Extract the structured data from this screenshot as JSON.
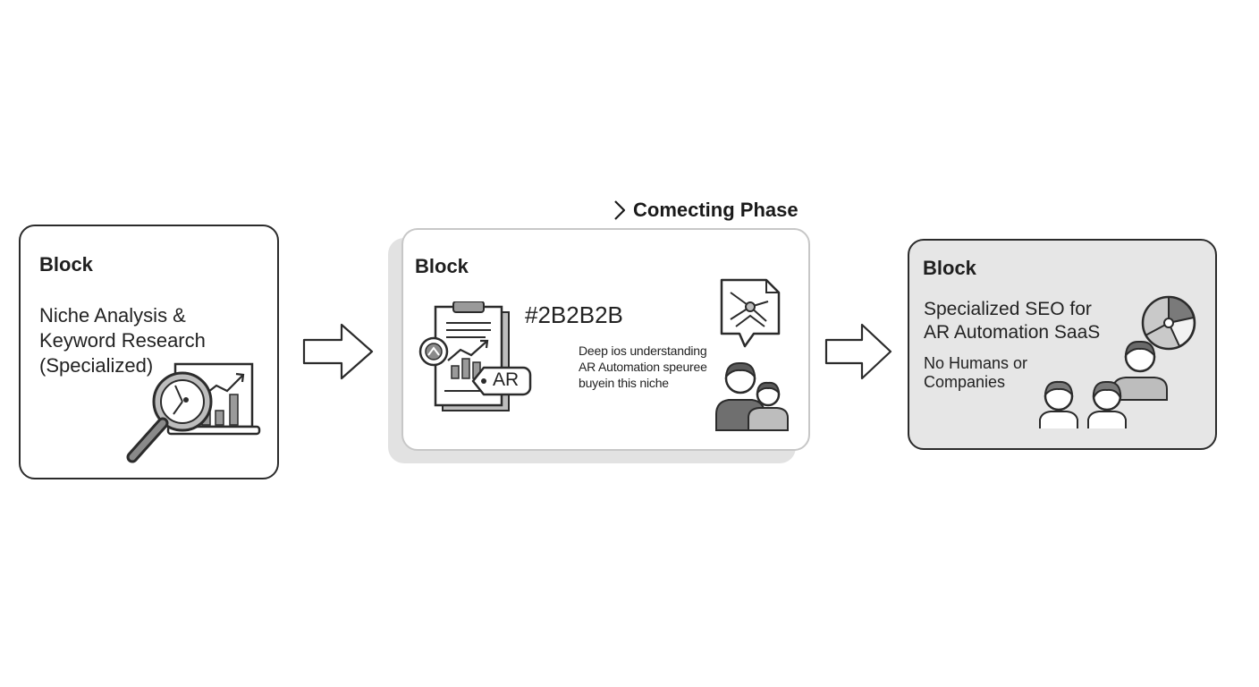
{
  "phase_label": "Comecting Phase",
  "blocks": [
    {
      "title": "Block",
      "label_lines": [
        "Niche Analysis &",
        "Keyword Research",
        "(Specialized)"
      ]
    },
    {
      "title": "Block",
      "hex_text": "#2B2B2B",
      "badge": "AR",
      "desc_lines": [
        "Deep ios understanding",
        "AR Automation speuree",
        "buyein this niche"
      ]
    },
    {
      "title": "Block",
      "label_lines": [
        "Specialized SEO for",
        "AR Automation SaaS"
      ],
      "sub_lines": [
        "No Humans or",
        "Companies"
      ]
    }
  ],
  "icons": {
    "block1": "magnifier-chart-icon",
    "block2_doc": "clipboard-chart-icon",
    "block2_network": "network-chat-icon",
    "block2_people": "people-icon",
    "block3_pie": "pie-chart-icon",
    "block3_people": "people-icon"
  },
  "colors": {
    "stroke": "#2b2b2b",
    "block3_fill": "#e6e6e6",
    "shadow": "#e2e2e2"
  }
}
